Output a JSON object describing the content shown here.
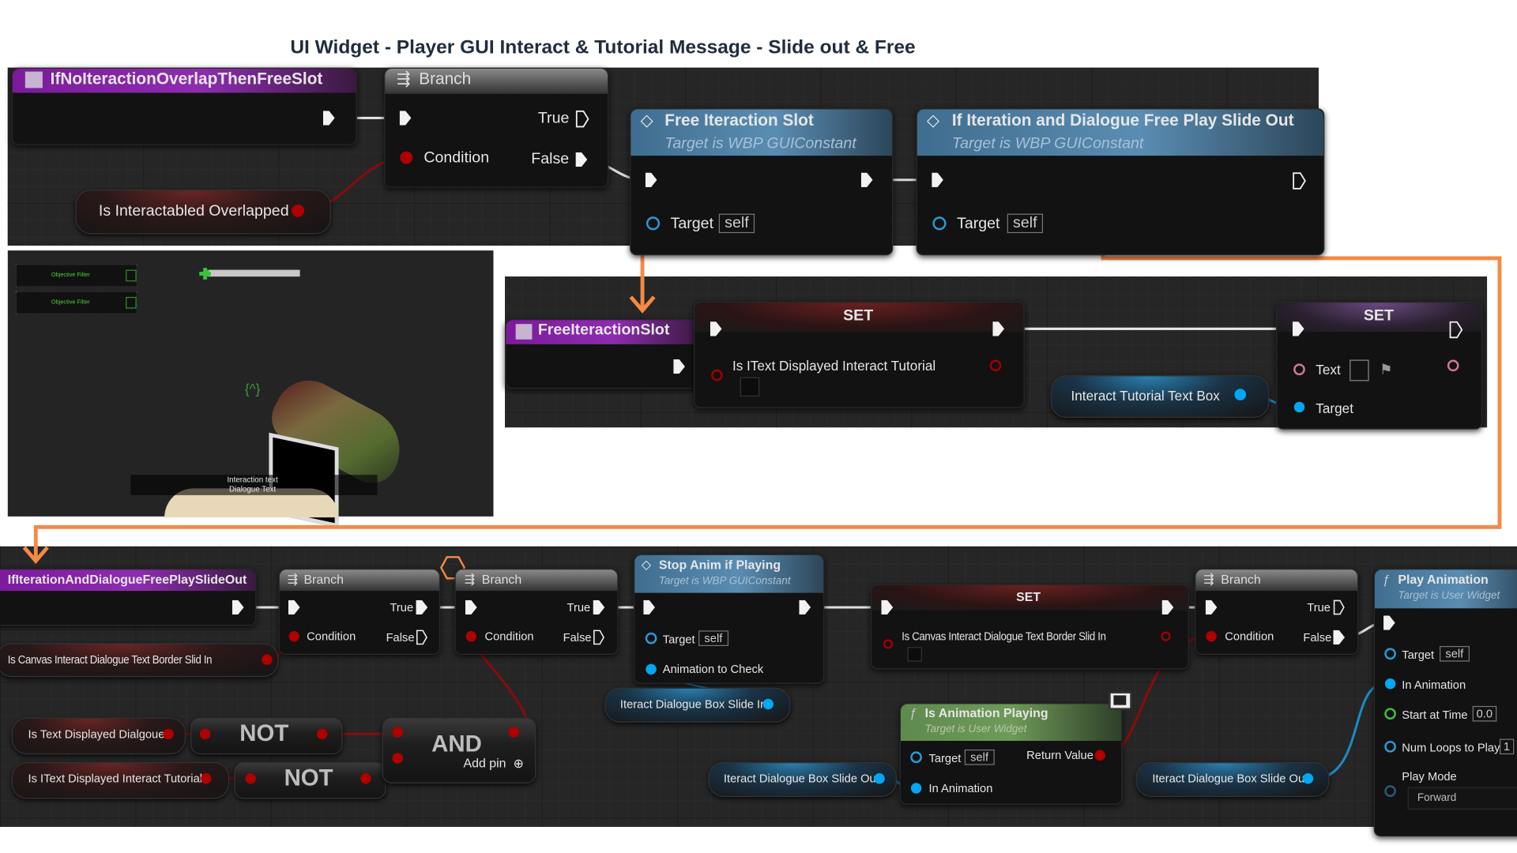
{
  "title": "UI Widget - Player GUI Interact & Tutorial Message - Slide out & Free",
  "colors": {
    "accent": "#f58a45",
    "exec": "#f2f2f2",
    "bool": "#a00000",
    "object": "#00a8f4",
    "float": "#3ec13e"
  },
  "top": {
    "event": "IfNoIteractionOverlapThenFreeSlot",
    "branch": {
      "title": "Branch",
      "true": "True",
      "false": "False",
      "condition": "Condition"
    },
    "variable": "Is Interactabled Overlapped",
    "free_slot": {
      "title": "Free Iteraction Slot",
      "subtitle": "Target is WBP GUIConstant",
      "target": "Target",
      "self": "self"
    },
    "if_iteration": {
      "title": "If Iteration and Dialogue Free Play Slide Out",
      "subtitle": "Target is WBP GUIConstant",
      "target": "Target",
      "self": "self"
    }
  },
  "game": {
    "objective_1": "Objective Filter",
    "objective_2": "Objective Filter",
    "interaction_text": "Interaction text",
    "dialogue_text": "Dialogue Text",
    "health": 0.3
  },
  "mid": {
    "event": "FreeIteractionSlot",
    "set1": {
      "title": "SET",
      "label": "Is IText Displayed Interact Tutorial"
    },
    "variable": "Interact Tutorial Text Box",
    "set2": {
      "title": "SET",
      "text": "Text",
      "target": "Target"
    }
  },
  "bottom": {
    "event": "IfIterationAndDialogueFreePlaySlideOut",
    "branch1": {
      "title": "Branch",
      "true": "True",
      "false": "False",
      "condition": "Condition"
    },
    "branch2": {
      "title": "Branch",
      "true": "True",
      "false": "False",
      "condition": "Condition"
    },
    "branch3": {
      "title": "Branch",
      "true": "True",
      "false": "False",
      "condition": "Condition"
    },
    "var_canvas": "Is Canvas Interact Dialogue Text Border Slid In",
    "var_text_dialogue": "Is Text Displayed Dialgoue",
    "var_itext": "Is IText Displayed Interact Tutorial",
    "not1": "NOT",
    "not2": "NOT",
    "and": {
      "title": "AND",
      "add_pin": "Add pin"
    },
    "stop_anim": {
      "title": "Stop Anim if Playing",
      "subtitle": "Target is WBP GUIConstant",
      "target": "Target",
      "self": "self",
      "anim": "Animation to Check"
    },
    "var_slide_in": "Iteract Dialogue Box Slide In",
    "set": {
      "title": "SET",
      "label": "Is Canvas Interact Dialogue Text Border Slid In"
    },
    "is_playing": {
      "title": "Is Animation Playing",
      "subtitle": "Target is User Widget",
      "target": "Target",
      "self": "self",
      "return": "Return Value",
      "anim": "In Animation"
    },
    "var_slide_out_1": "Iteract Dialogue Box Slide Out",
    "var_slide_out_2": "Iteract Dialogue Box Slide Out",
    "play": {
      "title": "Play Animation",
      "subtitle": "Target is User Widget",
      "target": "Target",
      "self": "self",
      "anim": "In Animation",
      "start": "Start at Time",
      "start_val": "0.0",
      "loops": "Num Loops to Play",
      "loops_val": "1",
      "mode": "Play Mode",
      "mode_val": "Forward"
    }
  }
}
